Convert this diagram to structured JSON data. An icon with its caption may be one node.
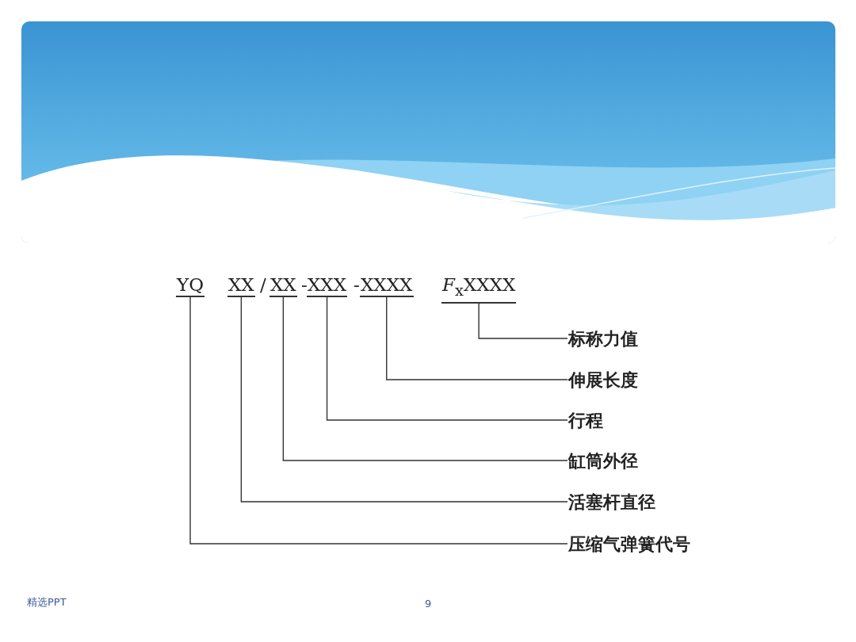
{
  "diagram": {
    "nodes": [
      {
        "text": [
          "YQ"
        ]
      },
      {
        "text": [
          "XX"
        ]
      },
      {
        "text": [
          "XX"
        ]
      },
      {
        "text": [
          "XXX"
        ]
      },
      {
        "text": [
          "XXXX"
        ]
      },
      {
        "text": [
          "*F*$_{x}$XXXX"
        ]
      },
      {
        "text": [
          "标称力值"
        ]
      },
      {
        "text": [
          "伸展长度"
        ]
      },
      {
        "text": [
          "行程"
        ]
      },
      {
        "text": [
          "缸筒外径"
        ]
      },
      {
        "text": [
          "活塞杆直径"
        ]
      },
      {
        "text": [
          "压缩气弹簧代号"
        ]
      }
    ],
    "edges": [
      {
        "from": 5,
        "to": 6,
        "arrow": "none"
      },
      {
        "from": 4,
        "to": 7,
        "arrow": "none"
      },
      {
        "from": 3,
        "to": 8,
        "arrow": "none"
      },
      {
        "from": 2,
        "to": 9,
        "arrow": "none"
      },
      {
        "from": 1,
        "to": 10,
        "arrow": "none"
      },
      {
        "from": 0,
        "to": 11,
        "arrow": "none"
      }
    ],
    "labels": [
      "/",
      "-",
      "-",
      "精选PPT",
      "9"
    ]
  }
}
